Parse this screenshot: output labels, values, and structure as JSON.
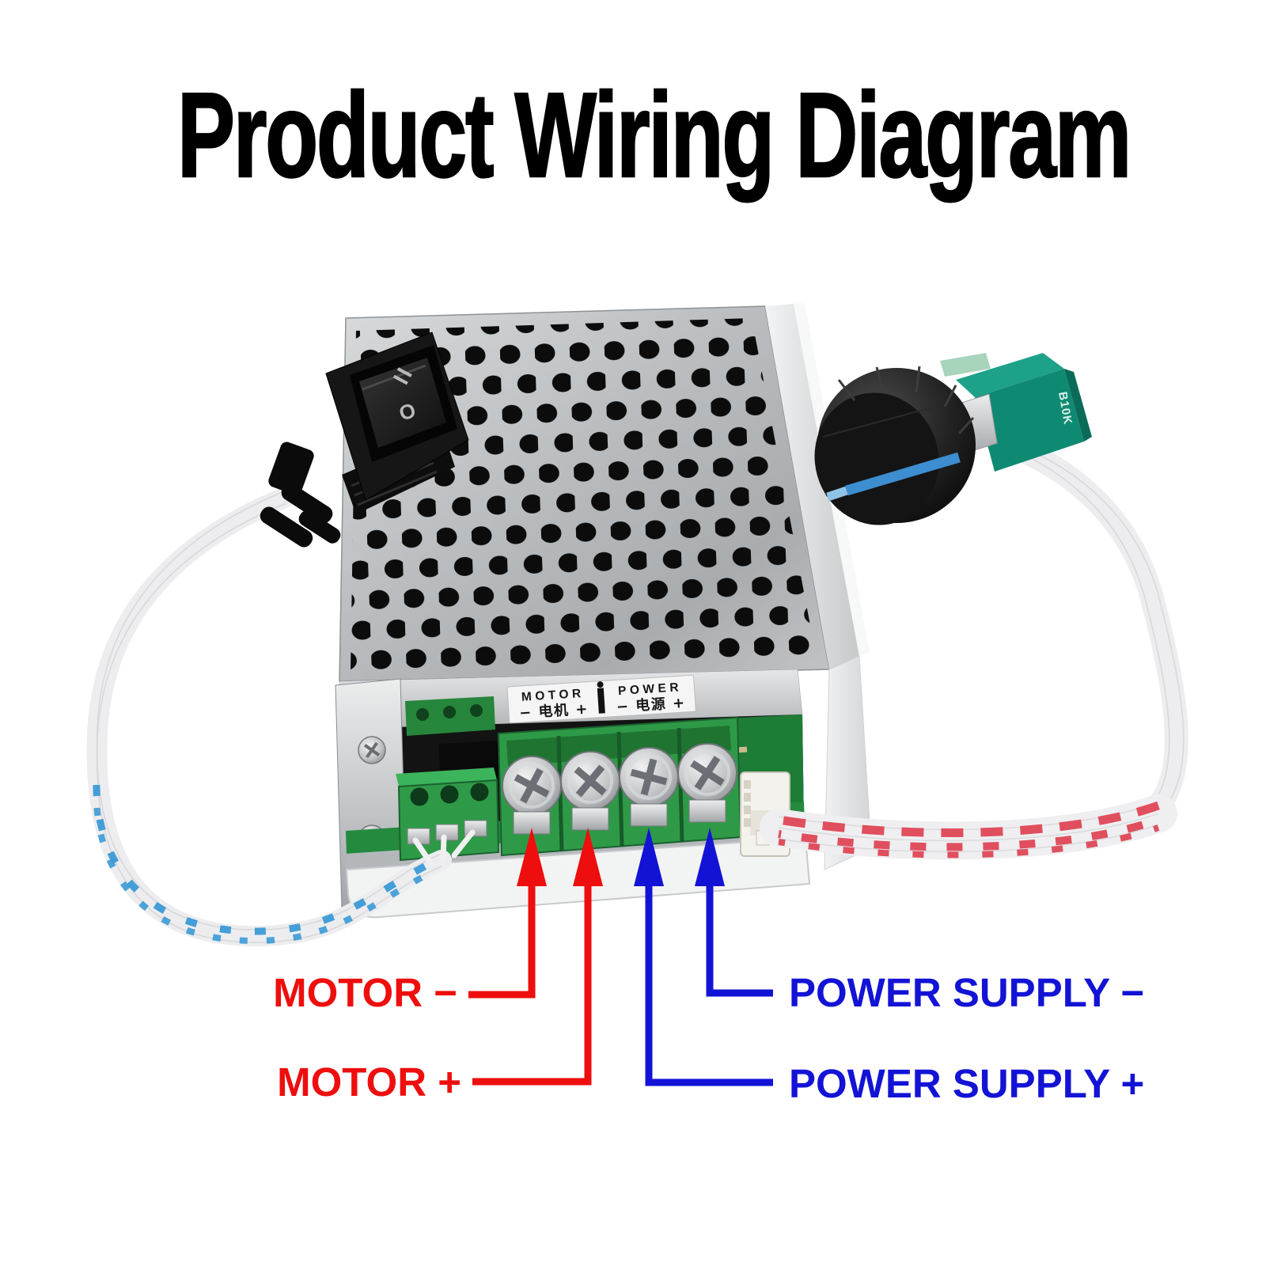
{
  "title": "Product Wiring Diagram",
  "device": {
    "kind": "dc-motor-speed-controller",
    "label_plate": {
      "motor_heading": "MOTOR",
      "power_heading": "POWER",
      "motor_terminals": "− 电机 +",
      "power_terminals": "− 电源 +",
      "divider_icon": "separator-bar"
    },
    "rocker_switch": {
      "on_marking": "II",
      "off_marking": "O"
    },
    "potentiometer": {
      "marking": "B10K"
    }
  },
  "annotations": {
    "motor_minus": {
      "label": "MOTOR −",
      "color": "#ee0e0e"
    },
    "motor_plus": {
      "label": "MOTOR +",
      "color": "#ee0e0e"
    },
    "power_minus": {
      "label": "POWER SUPPLY −",
      "color": "#1313d6"
    },
    "power_plus": {
      "label": "POWER SUPPLY +",
      "color": "#1313d6"
    }
  },
  "colors": {
    "annotation_red": "#ee0e0e",
    "annotation_blue": "#1313d6",
    "terminal_block_green": "#2e9a47",
    "pcb_green": "#1d7c36",
    "pot_body_teal": "#0f8a72",
    "knob_stripe_blue": "#3d8ed0",
    "cable_stripe_blue": "#3b9ad6",
    "cable_stripe_red": "#e04f5e",
    "case_silver": "#c3c5c7"
  }
}
